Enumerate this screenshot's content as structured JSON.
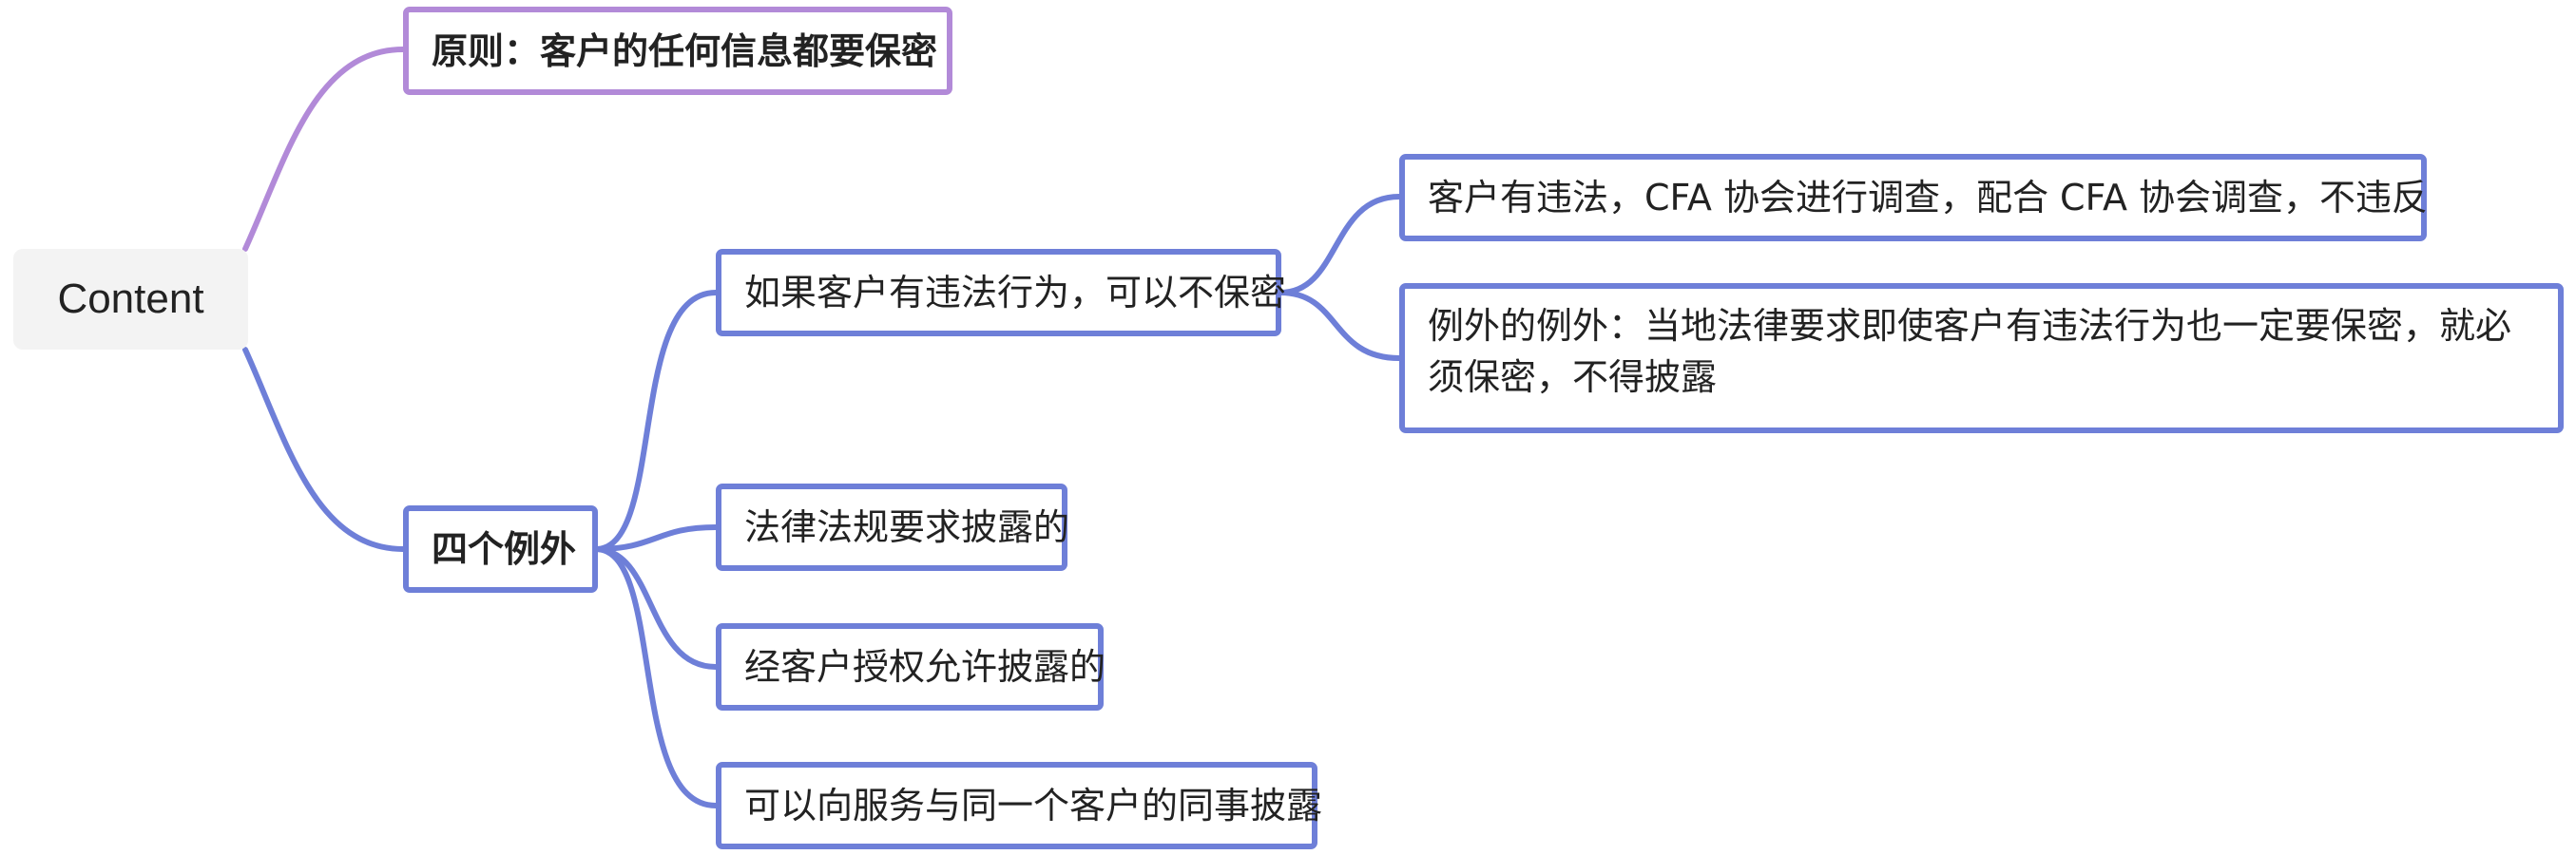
{
  "colors": {
    "purple_branch": "#b28ad8",
    "blue_branch": "#6e7fd8",
    "root_bg": "#f3f3f3",
    "text": "#222222"
  },
  "root": {
    "label": "Content"
  },
  "nodes": {
    "principle": {
      "label": "原则：客户的任何信息都要保密"
    },
    "four_exceptions": {
      "label": "四个例外"
    },
    "illegal_behavior": {
      "label": "如果客户有违法行为，可以不保密"
    },
    "cfa_investigation": {
      "label": "客户有违法，CFA 协会进行调查，配合 CFA 协会调查，不违反"
    },
    "exception_of_exception": {
      "label": "例外的例外：当地法律要求即使客户有违法行为也一定要保密，就必须保密，不得披露"
    },
    "law_requires": {
      "label": "法律法规要求披露的"
    },
    "client_authorized": {
      "label": "经客户授权允许披露的"
    },
    "same_client_colleague": {
      "label": "可以向服务与同一个客户的同事披露"
    }
  }
}
